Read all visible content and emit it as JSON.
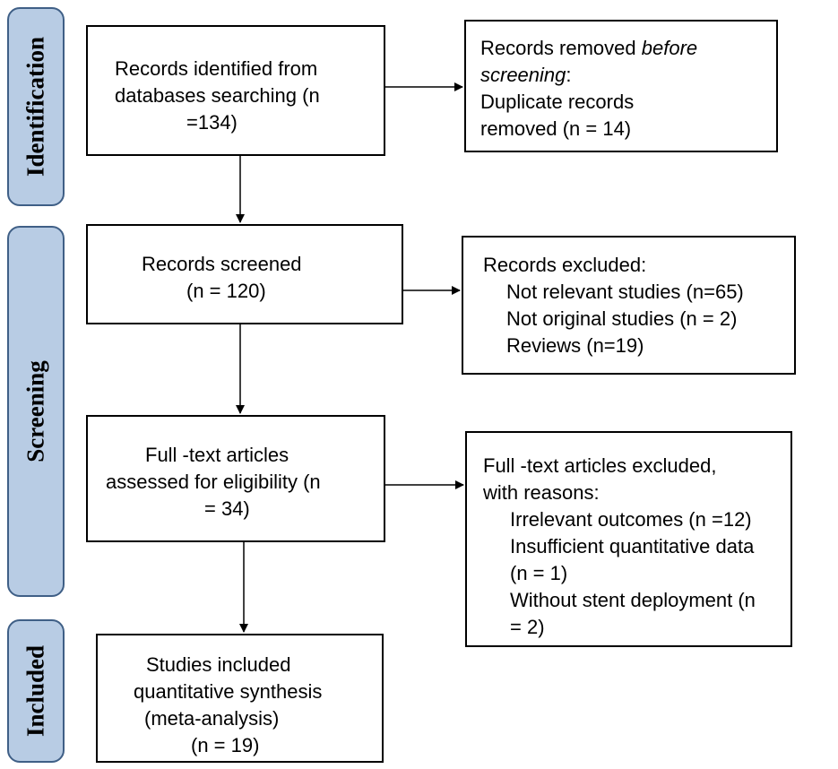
{
  "phases": {
    "identification": "Identification",
    "screening": "Screening",
    "included": "Included"
  },
  "boxes": {
    "records_identified": {
      "lines": [
        "Records identified from",
        "databases searching (n",
        "=134)"
      ]
    },
    "records_removed": {
      "line1": "Records removed ",
      "line1_emphasis": "before",
      "line2_emphasis": "screening",
      "line2_rest": ":",
      "line3": "Duplicate records",
      "line4": "removed (n = 14)"
    },
    "records_screened": {
      "lines": [
        "Records screened",
        "(n = 120)"
      ]
    },
    "records_excluded": {
      "title": "Records excluded:",
      "items": [
        "Not relevant studies (n=65)",
        "Not original studies (n = 2)",
        "Reviews (n=19)"
      ]
    },
    "fulltext_assessed": {
      "lines": [
        "Full -text articles",
        "assessed for eligibility (n",
        "= 34)"
      ]
    },
    "fulltext_excluded": {
      "title_lines": [
        "Full -text articles excluded,",
        "with reasons:"
      ],
      "items": [
        "Irrelevant outcomes (n =12)",
        "Insufficient quantitative data",
        "(n = 1)",
        "Without stent deployment (n",
        "= 2)"
      ]
    },
    "studies_included": {
      "lines": [
        "Studies included",
        "quantitative synthesis",
        "(meta-analysis)",
        "(n = 19)"
      ]
    }
  },
  "colors": {
    "phase_fill": "#b8cce4",
    "phase_border": "#3f5f86",
    "box_border": "#000000"
  }
}
